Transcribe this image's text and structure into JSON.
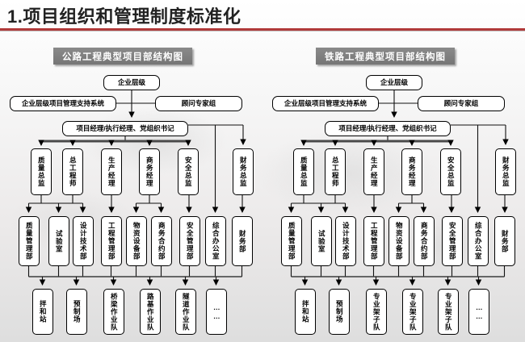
{
  "page": {
    "title": "1.项目组织和管理制度标准化",
    "accent_color": "#b03a3a",
    "header_box_color": "#7f7f7f"
  },
  "charts": [
    {
      "header": "公路工程典型项目部结构图",
      "top": {
        "enterprise": "企业层级",
        "support_system": "企业层级项目管理支持系统",
        "advisors": "顾问专家组",
        "manager": "项目经理/执行经理、党组织书记"
      },
      "directors": [
        "质量总监",
        "总工程师",
        "生产经理",
        "商务经理",
        "安全总监",
        "财务总监"
      ],
      "departments": [
        "质量管理部",
        "试验室",
        "设计技术部",
        "工程管理部",
        "物资设备部",
        "商务合约部",
        "安全管理部",
        "综合办公室",
        "财务部"
      ],
      "teams": [
        "拌和站",
        "预制场",
        "桥梁作业队",
        "路基作业队",
        "隧道作业队",
        "……"
      ]
    },
    {
      "header": "铁路工程典型项目部结构图",
      "top": {
        "enterprise": "企业层级",
        "support_system": "企业层级项目管理支持系统",
        "advisors": "顾问专家组",
        "manager": "项目经理/执行经理、党组织书记"
      },
      "directors": [
        "质量总监",
        "总工程师",
        "生产经理",
        "商务经理",
        "安全总监",
        "财务总监"
      ],
      "departments": [
        "质量管理部",
        "试验室",
        "设计技术部",
        "工程管理部",
        "物资设备部",
        "商务合约部",
        "安全管理部",
        "综合办公室",
        "财务部"
      ],
      "teams": [
        "拌和站",
        "预制场",
        "专业架子队",
        "专业架子队",
        "专业架子队",
        "……"
      ]
    }
  ]
}
